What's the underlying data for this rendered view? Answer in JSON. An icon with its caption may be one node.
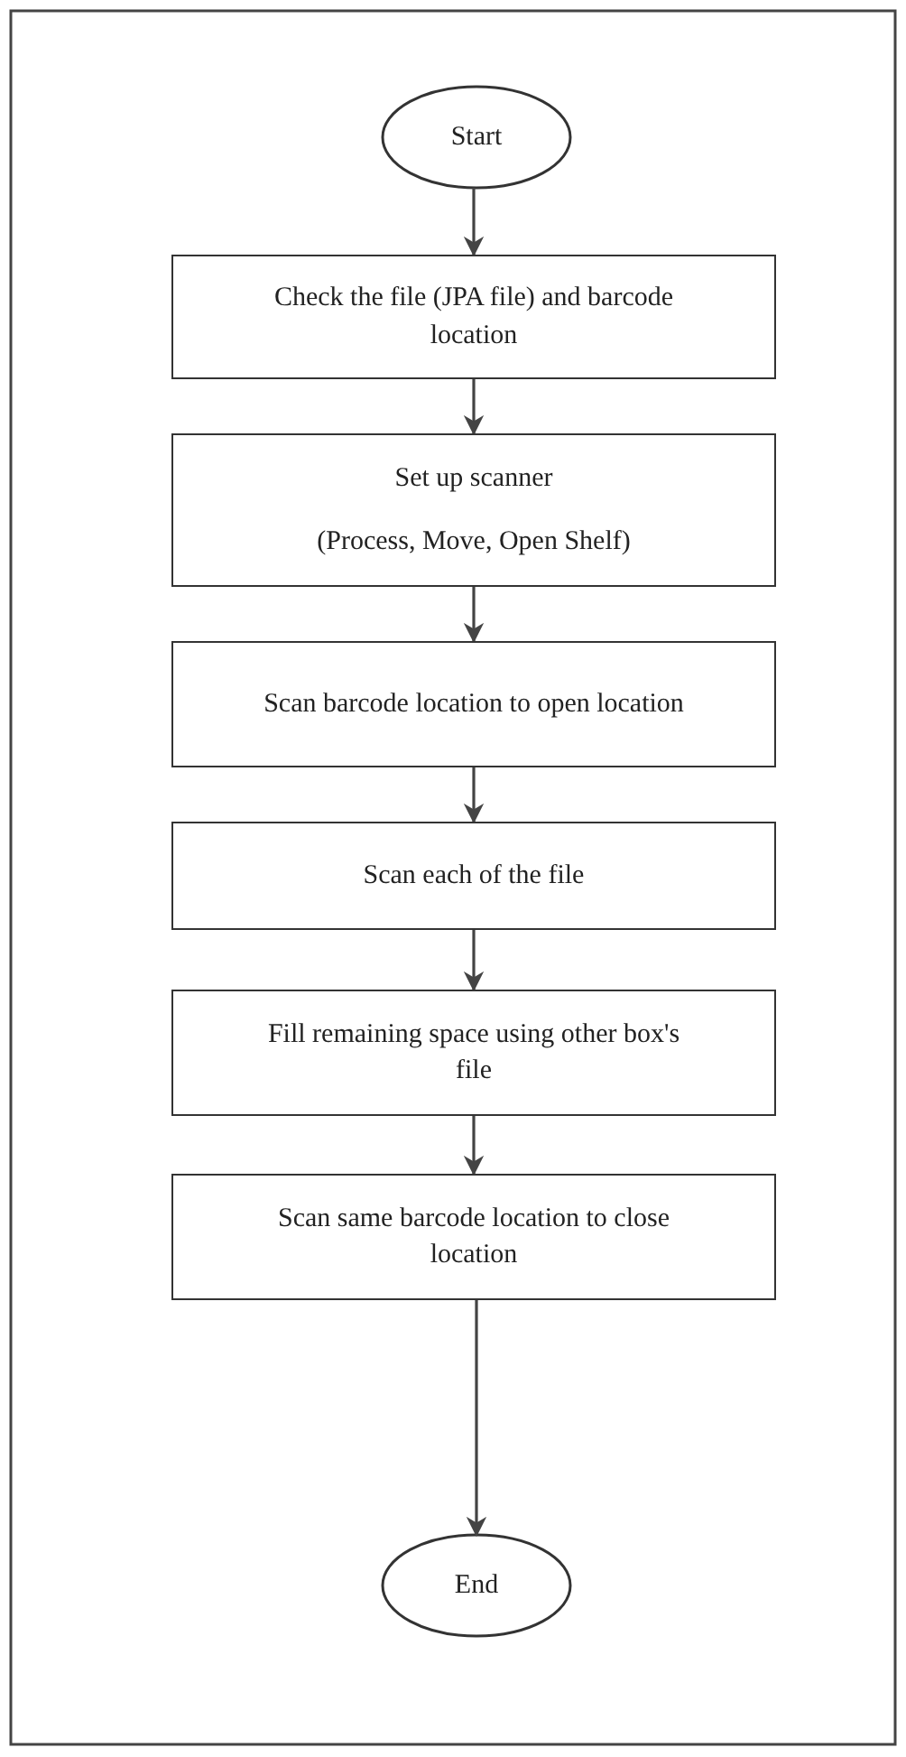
{
  "diagram": {
    "nodes": [
      {
        "text": [
          "Start"
        ]
      },
      {
        "text": [
          "Check the file (JPA file) and barcode location"
        ]
      },
      {
        "text": [
          "Set up scanner",
          "(Process, Move, Open Shelf)"
        ]
      },
      {
        "text": [
          "Scan barcode location to open location"
        ]
      },
      {
        "text": [
          "Scan each of the file"
        ]
      },
      {
        "text": [
          "Fill remaining space using other box's file"
        ]
      },
      {
        "text": [
          "Scan same barcode location to close location"
        ]
      },
      {
        "text": [
          "End"
        ]
      }
    ],
    "edges": [
      {
        "from": 0,
        "to": 1,
        "arrow": "to"
      },
      {
        "from": 1,
        "to": 2,
        "arrow": "to"
      },
      {
        "from": 2,
        "to": 3,
        "arrow": "to"
      },
      {
        "from": 3,
        "to": 4,
        "arrow": "to"
      },
      {
        "from": 4,
        "to": 5,
        "arrow": "to"
      },
      {
        "from": 5,
        "to": 6,
        "arrow": "to"
      },
      {
        "from": 6,
        "to": 7,
        "arrow": "to"
      }
    ]
  }
}
